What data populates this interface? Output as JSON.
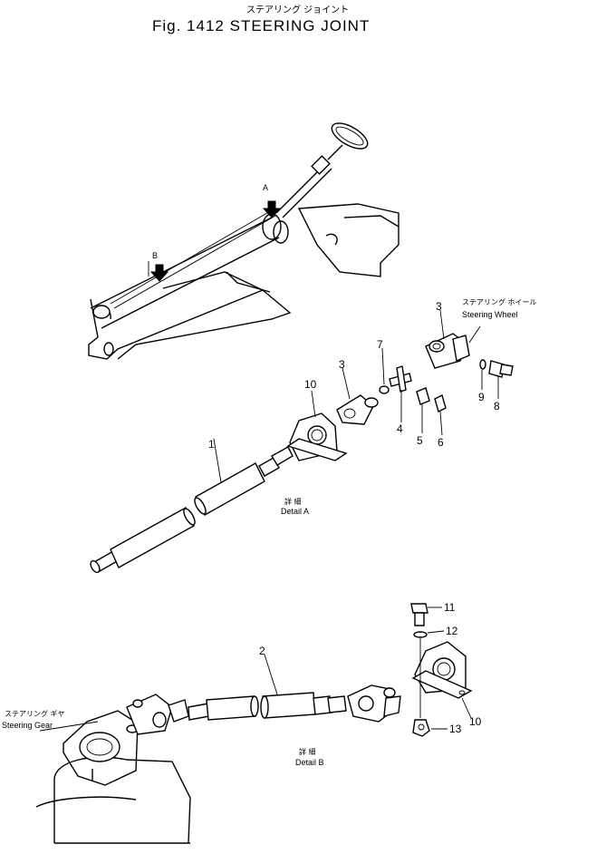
{
  "header": {
    "subtitle_jp": "ステアリング ジョイント",
    "title": "Fig. 1412  STEERING JOINT"
  },
  "callouts": {
    "detail_a_marker": "A",
    "detail_b_marker": "B",
    "steering_wheel_jp": "ステアリング ホイール",
    "steering_wheel": "Steering  Wheel",
    "steering_gear_jp": "ステアリング ギヤ",
    "steering_gear": "Steering Gear",
    "detail_a_jp": "詳 細",
    "detail_a": "Detail A",
    "detail_b_jp": "詳 細",
    "detail_b": "Detail B"
  },
  "parts": {
    "p1": "1",
    "p2": "2",
    "p3a": "3",
    "p3b": "3",
    "p4": "4",
    "p5": "5",
    "p6": "6",
    "p7": "7",
    "p8": "8",
    "p9": "9",
    "p10a": "10",
    "p10b": "10",
    "p11": "11",
    "p12": "12",
    "p13": "13"
  }
}
